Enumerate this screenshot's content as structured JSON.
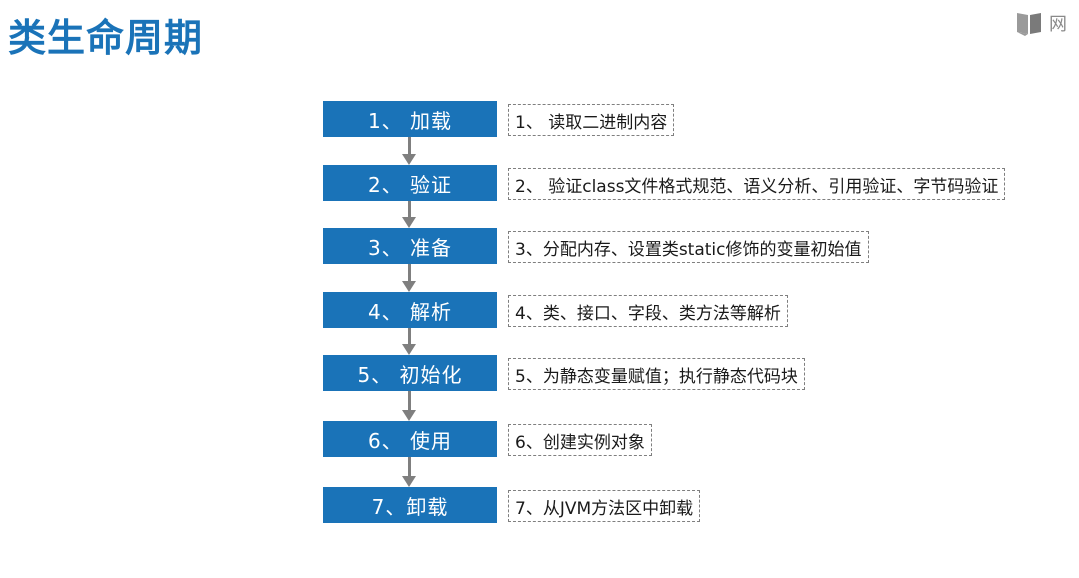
{
  "page": {
    "title": "类生命周期"
  },
  "logo": {
    "icon": "book-icon",
    "text": "网"
  },
  "steps": [
    {
      "label": "1、 加载",
      "note": "1、 读取二进制内容"
    },
    {
      "label": "2、 验证",
      "note": "2、 验证class文件格式规范、语义分析、引用验证、字节码验证"
    },
    {
      "label": "3、 准备",
      "note": "3、分配内存、设置类static修饰的变量初始值"
    },
    {
      "label": "4、 解析",
      "note": "4、类、接口、字段、类方法等解析"
    },
    {
      "label": "5、 初始化",
      "note": "5、为静态变量赋值；执行静态代码块"
    },
    {
      "label": "6、 使用",
      "note": "6、创建实例对象"
    },
    {
      "label": "7、卸载",
      "note": "7、从JVM方法区中卸载"
    }
  ],
  "colors": {
    "accent": "#1a73b8",
    "arrow": "#7f7f7f",
    "note_border": "#7f7f7f"
  }
}
